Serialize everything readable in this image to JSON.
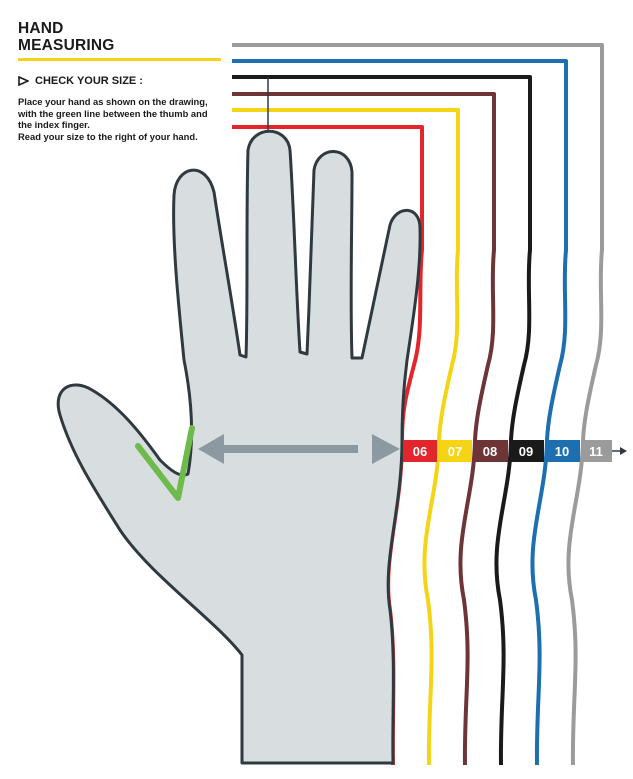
{
  "header": {
    "title_line1": "HAND",
    "title_line2": "MEASURING",
    "check_label": "CHECK YOUR SIZE :",
    "instructions_line1": "Place your hand as shown on the drawing,",
    "instructions_line2": "with the green line between the thumb and",
    "instructions_line3": "the index finger.",
    "instructions_line4": "Read your size to the right of your hand."
  },
  "colors": {
    "accent_yellow": "#f5d415",
    "hand_fill": "#d8dde0",
    "hand_outline": "#2f3a40",
    "thumb_line": "#6dbb4a",
    "arrow": "#8d99a0"
  },
  "sizes": [
    {
      "label": "06",
      "color": "#e3262b"
    },
    {
      "label": "07",
      "color": "#f5d415"
    },
    {
      "label": "08",
      "color": "#6e3436"
    },
    {
      "label": "09",
      "color": "#1a1a1a"
    },
    {
      "label": "10",
      "color": "#1d6fb0"
    },
    {
      "label": "11",
      "color": "#9b9b9b"
    }
  ]
}
